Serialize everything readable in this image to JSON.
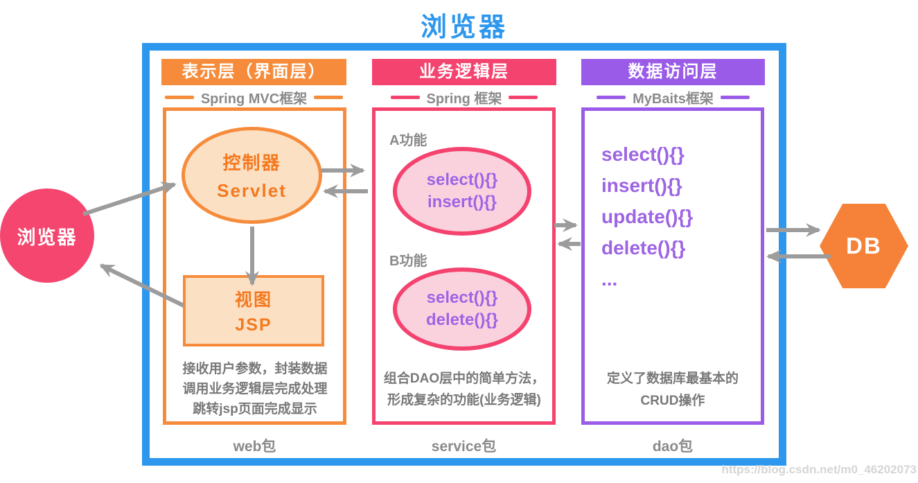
{
  "title": "浏览器",
  "watermark": "https://blog.csdn.net/m0_46202073",
  "nodes": {
    "browser": "浏览器",
    "db": "DB"
  },
  "columns": [
    {
      "header": "表示层（界面层）",
      "framework": "Spring MVC框架",
      "package": "web包",
      "controller": {
        "title": "控制器",
        "subtitle": "Servlet"
      },
      "view": {
        "title": "视图",
        "subtitle": "JSP"
      },
      "description": [
        "接收用户参数，封装数据",
        "调用业务逻辑层完成处理",
        "跳转jsp页面完成显示"
      ]
    },
    {
      "header": "业务逻辑层",
      "framework": "Spring 框架",
      "package": "service包",
      "groups": [
        {
          "label": "A功能",
          "methods": [
            "select(){}",
            "insert(){}"
          ]
        },
        {
          "label": "B功能",
          "methods": [
            "select(){}",
            "delete(){}"
          ]
        }
      ],
      "description": [
        "组合DAO层中的简单方法，",
        "形成复杂的功能(业务逻辑)"
      ]
    },
    {
      "header": "数据访问层",
      "framework": "MyBaits框架",
      "package": "dao包",
      "methods": [
        "select(){}",
        "insert(){}",
        "update(){}",
        "delete(){}",
        "..."
      ],
      "description": [
        "定义了数据库最基本的",
        "CRUD操作"
      ]
    }
  ],
  "colors": {
    "blue": "#2D97EE",
    "orange": "#F68C3B",
    "orange_text": "#F4791F",
    "orange_fill": "#FCE0C4",
    "pink": "#F4436F",
    "pink_fill": "#FAD2DE",
    "purple": "#9A5CE8",
    "purple_text": "#9D64E4",
    "gray_text": "#8A8A8A",
    "arrow_gray": "#9C9C9C",
    "browser_circle": "#F4466E",
    "db_hexagon": "#F58238"
  }
}
